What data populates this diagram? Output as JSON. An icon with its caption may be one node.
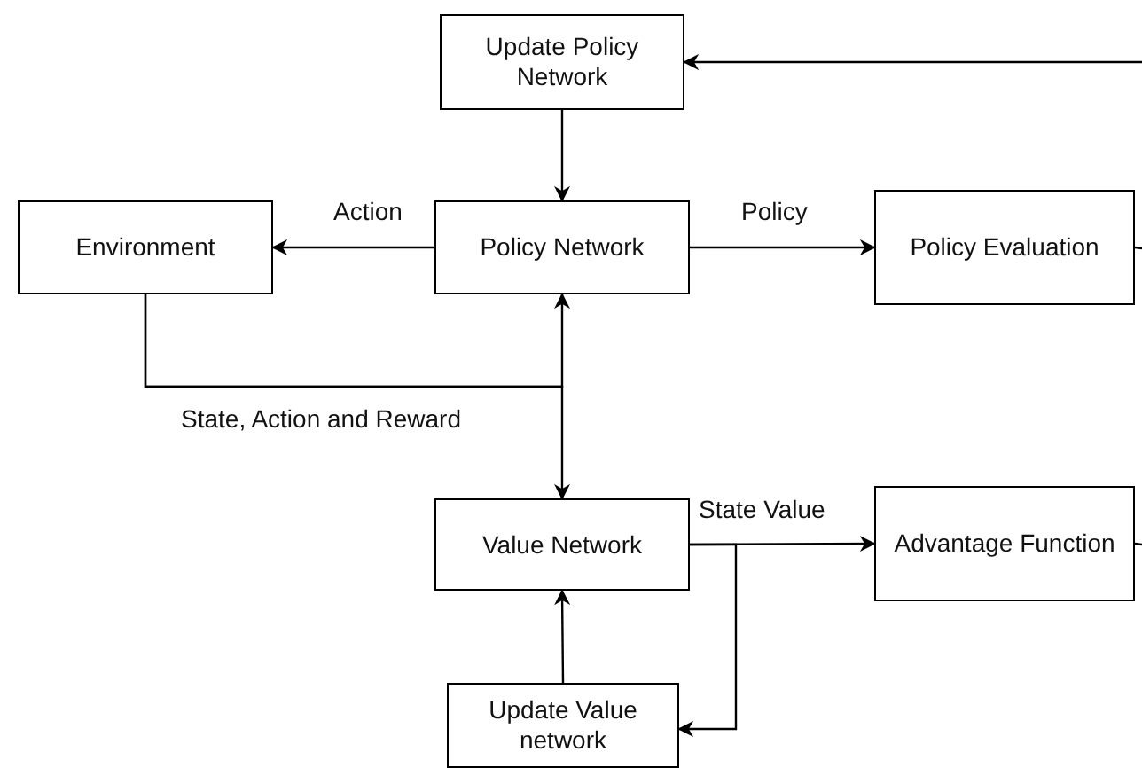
{
  "diagram": {
    "nodes": [
      {
        "text": [
          "Update Policy Network"
        ]
      },
      {
        "text": [
          "Environment"
        ]
      },
      {
        "text": [
          "Policy Network"
        ]
      },
      {
        "text": [
          "Policy Evaluation"
        ]
      },
      {
        "text": [
          "Value Network"
        ]
      },
      {
        "text": [
          "Advantage Function"
        ]
      },
      {
        "text": [
          "Update Value network"
        ]
      }
    ],
    "edges": [
      {
        "from": 0,
        "to": 2,
        "arrow": "to"
      },
      {
        "from": 2,
        "to": 1,
        "arrow": "to",
        "label": "Action"
      },
      {
        "from": 2,
        "to": 3,
        "arrow": "to",
        "label": "Policy"
      },
      {
        "from": 1,
        "to": 2,
        "arrow": "to"
      },
      {
        "from": 1,
        "to": 4,
        "arrow": "to",
        "label": "State, Action and Reward"
      },
      {
        "from": 4,
        "to": 5,
        "arrow": "to",
        "label": "State Value"
      },
      {
        "from": 4,
        "to": 6,
        "arrow": "to"
      },
      {
        "from": 6,
        "to": 4,
        "arrow": "to"
      },
      {
        "from": null,
        "to": 0,
        "arrow": "to"
      },
      {
        "from": 3,
        "to": null,
        "arrow": "none"
      },
      {
        "from": 5,
        "to": null,
        "arrow": "none"
      }
    ]
  }
}
